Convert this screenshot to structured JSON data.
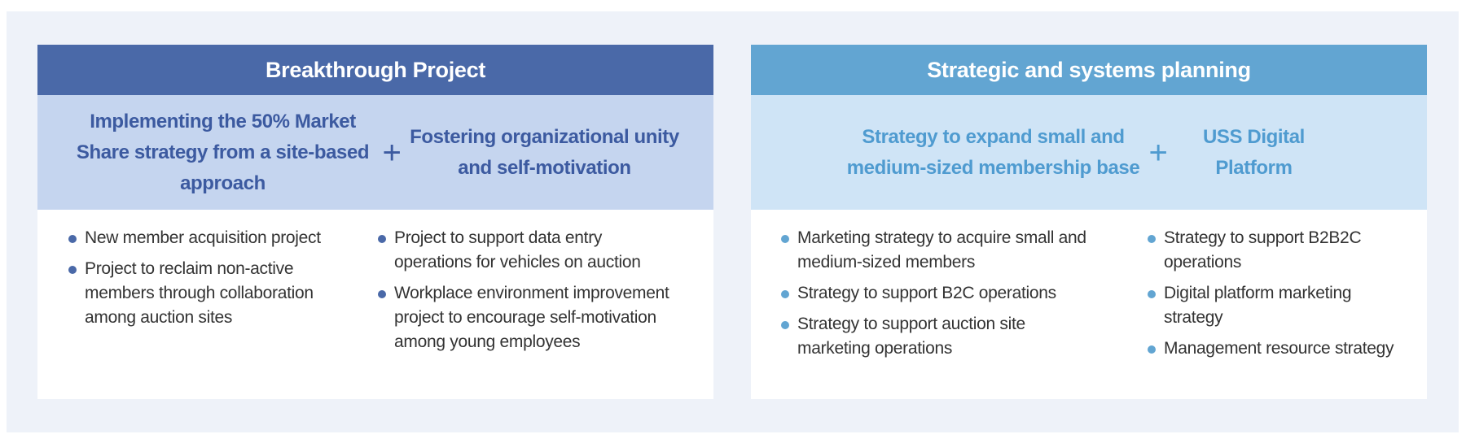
{
  "left": {
    "title": "Breakthrough Project",
    "theme_a": "Implementing the 50% Market Share strategy from a site-based approach",
    "plus": "+",
    "theme_b": "Fostering organizational unity and self-motivation",
    "col1": [
      "New member acquisition project",
      "Project to reclaim non-active members through collaboration among auction sites"
    ],
    "col2": [
      "Project to support data entry operations for vehicles on auction",
      "Workplace environment improvement project to encourage self-motivation among young employees"
    ]
  },
  "right": {
    "title": "Strategic and systems planning",
    "theme_a": "Strategy to expand small and medium-sized membership base",
    "plus": "+",
    "theme_b": "USS Digital Platform",
    "col1": [
      "Marketing strategy to acquire small and medium-sized members",
      "Strategy to support B2C operations",
      "Strategy to support auction site marketing operations"
    ],
    "col2": [
      "Strategy to support B2B2C operations",
      "Digital platform marketing strategy",
      "Management resource strategy"
    ]
  },
  "colors": {
    "left_header": "#4a69a8",
    "left_sub": "#c5d5ef",
    "right_header": "#62a5d2",
    "right_sub": "#cfe4f6",
    "background": "#eef2f9"
  }
}
